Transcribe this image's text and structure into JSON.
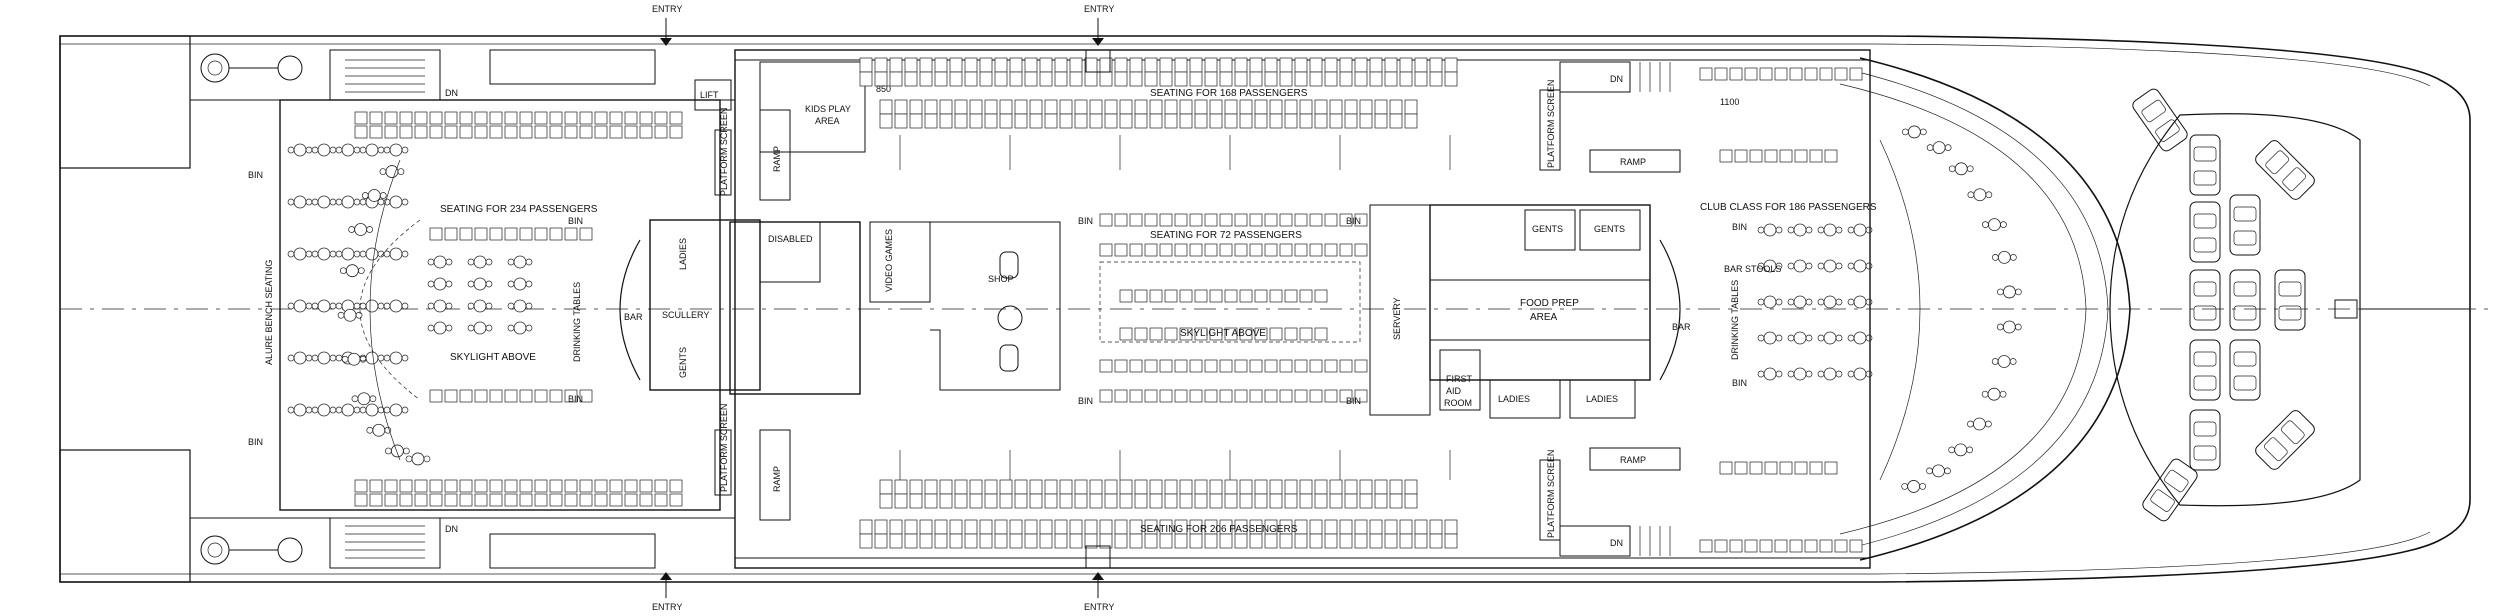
{
  "entries": [
    {
      "id": "entry-top-left",
      "label": "ENTRY"
    },
    {
      "id": "entry-top-mid",
      "label": "ENTRY"
    },
    {
      "id": "entry-bottom-left",
      "label": "ENTRY"
    },
    {
      "id": "entry-bottom-mid",
      "label": "ENTRY"
    }
  ],
  "labels": {
    "dn": "DN",
    "lift": "LIFT",
    "bin": "BIN",
    "ramp": "RAMP",
    "kids_play": "KIDS PLAY",
    "kids_area": "AREA",
    "dim_850": "850",
    "dim_1100": "1100",
    "seating_168": "SEATING FOR 168 PASSENGERS",
    "seating_234": "SEATING FOR 234 PASSENGERS",
    "seating_72": "SEATING FOR 72 PASSENGERS",
    "seating_206": "SEATING FOR 206 PASSENGERS",
    "club_class": "CLUB CLASS FOR 186 PASSENGERS",
    "skylight_above": "SKYLIGHT ABOVE",
    "alure_bench": "ALURE BENCH SEATING",
    "drinking_tables": "DRINKING TABLES",
    "bar": "BAR",
    "bar_stools": "BAR STOOLS",
    "ladies": "LADIES",
    "gents": "GENTS",
    "scullery": "SCULLERY",
    "disabled": "DISABLED",
    "video_games": "VIDEO GAMES",
    "shop": "SHOP",
    "servery": "SERVERY",
    "food_prep": "FOOD PREP",
    "food_prep_area": "AREA",
    "first_aid_1": "FIRST",
    "first_aid_2": "AID",
    "first_aid_3": "ROOM",
    "platform_screen": "PLATFORM SCREEN"
  }
}
